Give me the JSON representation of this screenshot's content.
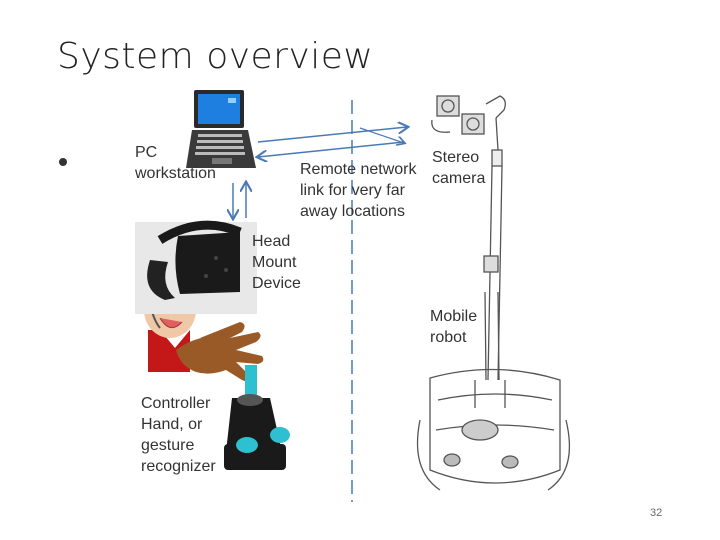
{
  "slide": {
    "title": "System overview",
    "page_number": "32"
  },
  "labels": {
    "pc": "PC\nworkstation",
    "remote": "Remote network\nlink for very far\naway locations",
    "stereo": "Stereo\ncamera",
    "hmd": "Head\nMount\nDevice",
    "mobile": "Mobile\nrobot",
    "controller": "Controller\nHand, or\ngesture\nrecognizer"
  },
  "colors": {
    "arrow": "#4a7ab5",
    "screen": "#1e7fe0",
    "skin": "#e0a070",
    "hand": "#9a5a28",
    "teal": "#2ec0d0",
    "shirt": "#c41818"
  }
}
